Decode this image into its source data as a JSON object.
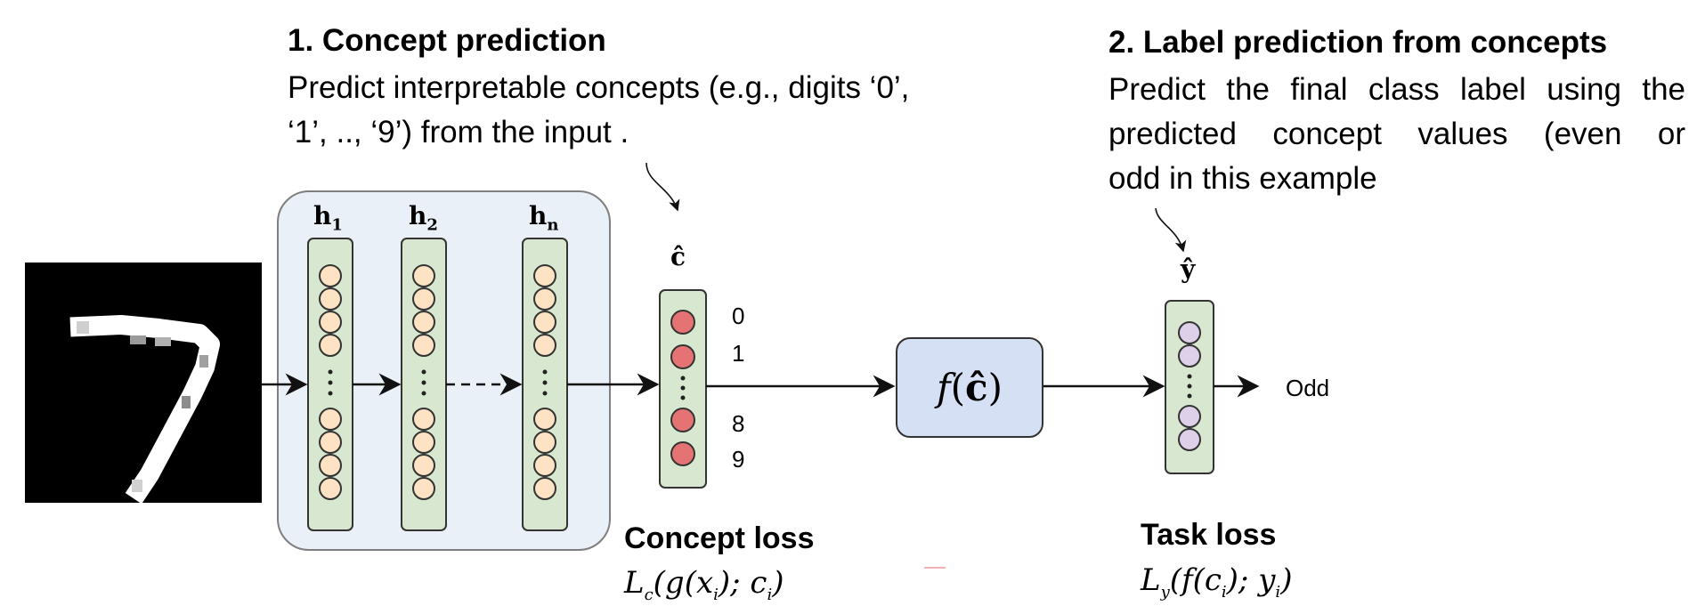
{
  "step1": {
    "title": "1. Concept prediction",
    "desc_lines": [
      "Predict interpretable concepts (e.g., digits ‘0’,",
      "‘1’, .., ‘9’) from the input ."
    ]
  },
  "step2": {
    "title": "2. Label prediction from concepts",
    "desc_lines": [
      "Predict the final class label using the",
      "predicted concept values (even or",
      "odd in this example"
    ]
  },
  "layers": [
    {
      "main": "h",
      "sub": "1"
    },
    {
      "main": "h",
      "sub": "2"
    },
    {
      "main": "h",
      "sub": "n"
    }
  ],
  "concept_label": "ĉ",
  "concept_indices": [
    "0",
    "1",
    "8",
    "9"
  ],
  "function_label": {
    "name": "f",
    "open": "(",
    "arg": "ĉ",
    "close": ")"
  },
  "output_label": "ŷ",
  "output_value": "Odd",
  "concept_loss": {
    "title": "Concept loss",
    "formula": "L_c(g(x_i); c_i)"
  },
  "task_loss": {
    "title": "Task loss",
    "formula": "L_y(f(c_i); y_i)"
  },
  "input_image": {
    "digit": "7"
  },
  "colors": {
    "network_bg": "#e9f0f8",
    "column_fill": "#d8e8d0",
    "neuron_fill": "#fde2c4",
    "concept_fill": "#e57373",
    "output_fill": "#ddd0e8",
    "fbox_fill": "#d6e0f5"
  }
}
